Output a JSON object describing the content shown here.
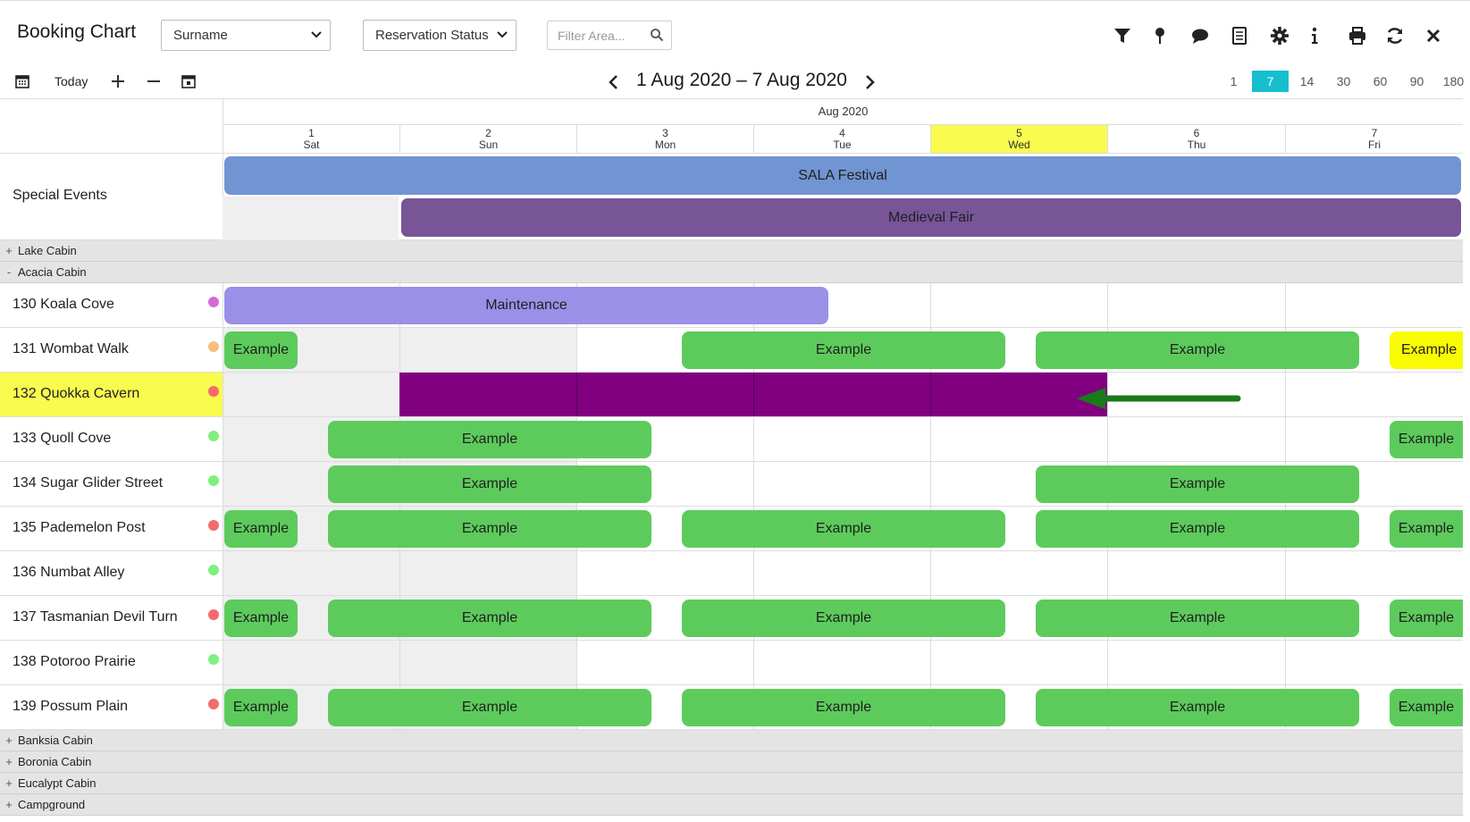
{
  "app": {
    "title": "Booking Chart"
  },
  "toolbar": {
    "sort_select": "Surname",
    "status_select": "Reservation Status",
    "filter_placeholder": "Filter Area..."
  },
  "nav": {
    "today_label": "Today",
    "range_title": "1 Aug 2020 – 7 Aug 2020",
    "zoom_options": [
      "1",
      "7",
      "14",
      "30",
      "60",
      "90",
      "180"
    ],
    "zoom_selected": "7"
  },
  "calendar": {
    "month_label": "Aug 2020",
    "days": [
      {
        "num": "1",
        "dow": "Sat"
      },
      {
        "num": "2",
        "dow": "Sun"
      },
      {
        "num": "3",
        "dow": "Mon"
      },
      {
        "num": "4",
        "dow": "Tue"
      },
      {
        "num": "5",
        "dow": "Wed"
      },
      {
        "num": "6",
        "dow": "Thu"
      },
      {
        "num": "7",
        "dow": "Fri"
      }
    ],
    "today_day": "5"
  },
  "special_events": {
    "label": "Special Events",
    "events": [
      {
        "name": "SALA Festival",
        "color": "#7195d2"
      },
      {
        "name": "Medieval Fair",
        "color": "#775597"
      }
    ]
  },
  "groups": {
    "lake_cabin": {
      "label": "Lake Cabin",
      "toggle": "+"
    },
    "acacia_cabin": {
      "label": "Acacia Cabin",
      "toggle": "-"
    },
    "banksia_cabin": {
      "label": "Banksia Cabin",
      "toggle": "+"
    },
    "boronia_cabin": {
      "label": "Boronia Cabin",
      "toggle": "+"
    },
    "eucalypt_cabin": {
      "label": "Eucalypt Cabin",
      "toggle": "+"
    },
    "campground": {
      "label": "Campground",
      "toggle": "+"
    }
  },
  "rooms": [
    {
      "name": "130 Koala Cove",
      "dot": "#d66bd6"
    },
    {
      "name": "131 Wombat Walk",
      "dot": "#f7c07a"
    },
    {
      "name": "132 Quokka Cavern",
      "dot": "#f36b6b"
    },
    {
      "name": "133 Quoll Cove",
      "dot": "#7ef07e"
    },
    {
      "name": "134 Sugar Glider Street",
      "dot": "#7ef07e"
    },
    {
      "name": "135 Pademelon Post",
      "dot": "#f36b6b"
    },
    {
      "name": "136 Numbat Alley",
      "dot": "#7ef07e"
    },
    {
      "name": "137 Tasmanian Devil Turn",
      "dot": "#f36b6b"
    },
    {
      "name": "138 Potoroo Prairie",
      "dot": "#7ef07e"
    },
    {
      "name": "139 Possum Plain",
      "dot": "#f36b6b"
    }
  ],
  "bookings": {
    "maintenance_label": "Maintenance",
    "example_label": "Example"
  },
  "colors": {
    "accent": "#17becf",
    "today_highlight": "#f9fb4f",
    "booking_green": "#5ccb5c",
    "booking_purple": "#800080",
    "arrow_green": "#1a7a1a"
  }
}
